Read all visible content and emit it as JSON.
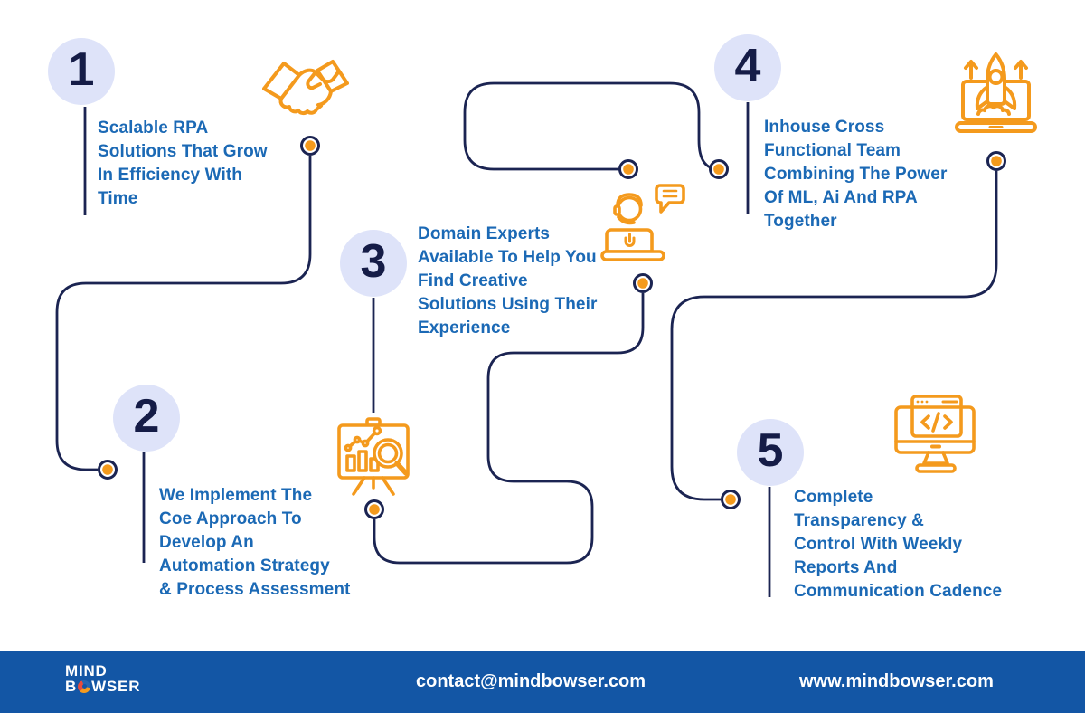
{
  "title": "RPA process infographic",
  "steps": [
    {
      "number": "1",
      "caption": "Scalable RPA\nSolutions That Grow\nIn Efficiency With\nTime",
      "icon": "handshake-icon"
    },
    {
      "number": "2",
      "caption": "We Implement The\nCoe Approach To\nDevelop An\nAutomation Strategy\n& Process Assessment",
      "icon": "chart-analysis-icon"
    },
    {
      "number": "3",
      "caption": "Domain Experts\nAvailable To Help You\nFind Creative\nSolutions Using Their\nExperience",
      "icon": "support-agent-icon"
    },
    {
      "number": "4",
      "caption": "Inhouse Cross\nFunctional Team\nCombining The Power\nOf ML, Ai And RPA\nTogether",
      "icon": "rocket-launch-icon"
    },
    {
      "number": "5",
      "caption": "Complete\nTransparency &\nControl With Weekly\nReports And\nCommunication Cadence",
      "icon": "code-monitor-icon"
    }
  ],
  "footer": {
    "logo_line1": "MIND",
    "logo_b": "B",
    "logo_wser": "WSER",
    "email": "contact@mindbowser.com",
    "website": "www.mindbowser.com"
  },
  "colors": {
    "navy_line": "#1b2452",
    "number_navy": "#151c47",
    "caption_blue": "#1b69b5",
    "accent_orange": "#f49a1d",
    "circle_lavender": "#dee3f9",
    "footer_blue": "#1356a5",
    "background": "#ffffff"
  }
}
